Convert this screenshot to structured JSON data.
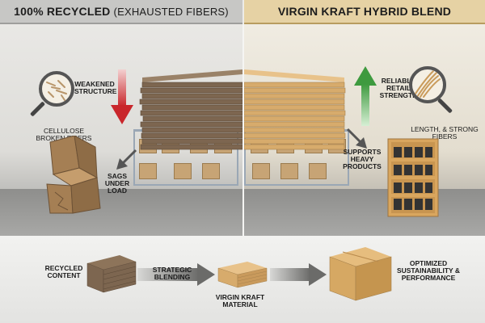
{
  "headers": {
    "left_bold": "100% RECYCLED",
    "left_thin": "(EXHAUSTED FIBERS)",
    "right": "VIRGIN KRAFT HYBRID BLEND"
  },
  "left_panel": {
    "magnifier_title": "WEAKENED STRUCTURE",
    "magnifier_caption": "CELLULOSE BROKEN FIBERS",
    "sag_label": "SAGS UNDER LOAD"
  },
  "right_panel": {
    "magnifier_title": "RELIABLE RETAIL STRENGTH",
    "magnifier_caption": "LENGTH, & STRONG FIBERS",
    "support_label": "SUPPORTS HEAVY PRODUCTS"
  },
  "bottom_flow": {
    "recycled_label": "RECYCLED CONTENT",
    "blending_label": "STRATEGIC BLENDING",
    "virgin_label": "VIRGIN KRAFT MATERIAL",
    "result_label": "OPTIMIZED SUSTAINABILITY & PERFORMANCE"
  },
  "colors": {
    "down_arrow": "#c9262b",
    "up_arrow": "#3e9a3f",
    "recycled_board": "#7d6650",
    "virgin_board": "#d7ab6c"
  }
}
